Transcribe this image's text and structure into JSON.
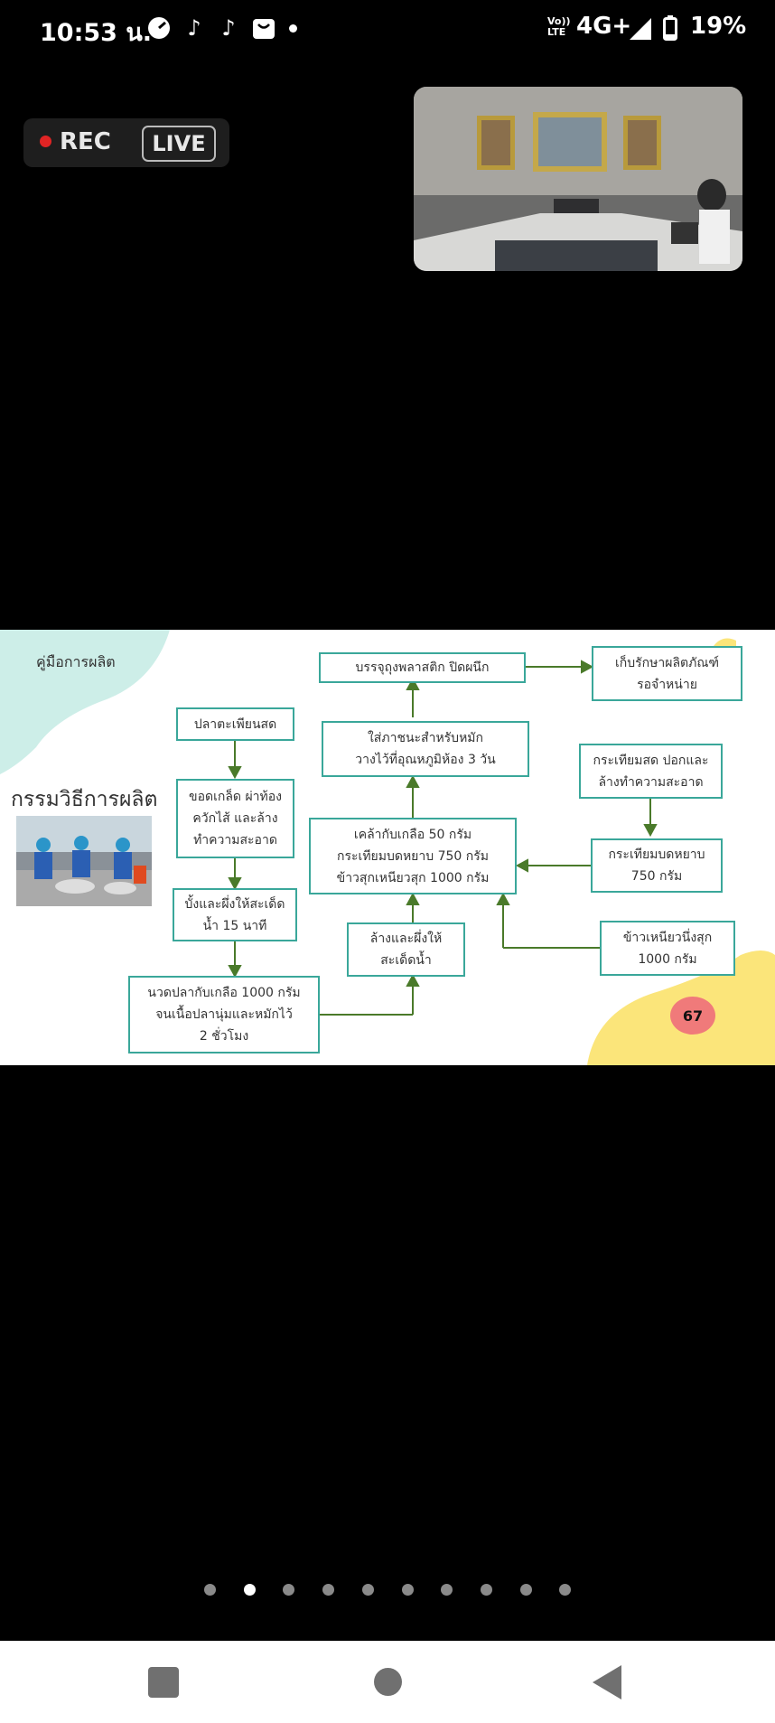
{
  "status_bar": {
    "time": "10:53 น.",
    "network": "4G+",
    "battery": "19%",
    "icons": [
      "speedometer-icon",
      "tiktok-icon",
      "tiktok-icon",
      "shopping-bag-icon",
      "dot-icon",
      "volte-icon",
      "signal-icon",
      "battery-icon"
    ]
  },
  "stream": {
    "rec_label": "REC",
    "live_label": "LIVE"
  },
  "slide": {
    "header": "คู่มือการผลิต",
    "title": "กรรมวิธีการผลิต",
    "page_number": "67",
    "steps": {
      "fresh_fish": "ปลาตะเพียนสด",
      "scale_gut": "ขอดเกล็ด ผ่าท้อง\nควักไส้ และล้าง\nทำความสะอาด",
      "drain": "บั้งและผึ่งให้สะเด็ด\nน้ำ 15 นาที",
      "knead": "นวดปลากับเกลือ 1000 กรัม\nจนเนื้อปลานุ่มและหมักไว้\n2 ชั่วโมง",
      "wash": "ล้างและผึ่งให้\nสะเด็ดน้ำ",
      "mix": "เคล้ากับเกลือ 50 กรัม\nกระเทียมบดหยาบ 750 กรัม\nข้าวสุกเหนียวสุก 1000 กรัม",
      "ferment": "ใส่ภาชนะสำหรับหมัก\nวางไว้ที่อุณหภูมิห้อง 3 วัน",
      "pack": "บรรจุถุงพลาสติก ปิดผนึก",
      "store": "เก็บรักษาผลิตภัณฑ์\nรอจำหน่าย",
      "garlic_fresh": "กระเทียมสด ปอกและ\nล้างทำความสะอาด",
      "garlic_crushed": "กระเทียมบดหยาบ\n750 กรัม",
      "rice": "ข้าวเหนียวนึ่งสุก\n1000 กรัม"
    }
  },
  "pager": {
    "count": 10,
    "active_index": 1
  },
  "colors": {
    "box_border": "#3aa79a",
    "arrow": "#4a7a2a",
    "teal_blob": "#cdeee8",
    "yellow_blob": "#fbe57a",
    "rec_dot": "#e02424"
  }
}
